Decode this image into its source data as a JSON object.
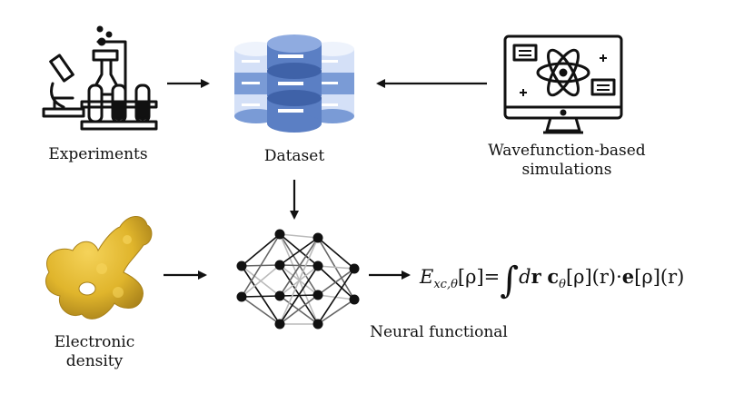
{
  "labels": {
    "experiments": "Experiments",
    "dataset": "Dataset",
    "wavefunction_line1": "Wavefunction-based",
    "wavefunction_line2": "simulations",
    "electronic_line1": "Electronic",
    "electronic_line2": "density",
    "neural_functional": "Neural functional"
  },
  "formula": {
    "lhs_symbol": "E",
    "lhs_subscript": "xc,θ",
    "lhs_argument": "[ρ]",
    "equals": "=",
    "integral": "∫",
    "differential": "d",
    "position_vector": "r",
    "c_symbol": "c",
    "c_subscript": "θ",
    "c_argument": "[ρ](r)",
    "dot": "·",
    "e_symbol": "e",
    "e_argument": "[ρ](r)"
  },
  "colors": {
    "ink": "#111111",
    "dataset_blue": "#5b7fc4",
    "dataset_light": "#d4e0f7",
    "density_gold": "#e0b52c",
    "density_dark": "#a8811a"
  },
  "icons": [
    "microscope-icon",
    "flask-icon",
    "test-tubes-icon",
    "database-icon",
    "monitor-icon",
    "atom-icon",
    "density-blob-icon",
    "neural-network-icon"
  ]
}
